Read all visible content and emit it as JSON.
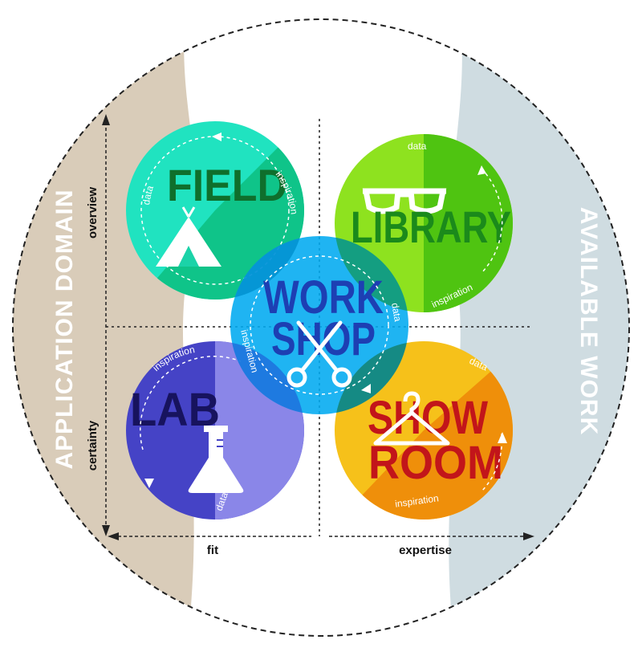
{
  "side_labels": {
    "left": "APPLICATION DOMAIN",
    "right": "AVAILABLE WORK"
  },
  "axes": {
    "top": "overview",
    "bottom_left": "certainty",
    "left_bottom": "fit",
    "right_bottom": "expertise"
  },
  "circles": {
    "field": {
      "title": "FIELD",
      "label_a": "data",
      "label_b": "inspiration",
      "icon": "tent-icon",
      "color_light": "#20e3c0",
      "color_dark": "#0fc489"
    },
    "library": {
      "title": "LIBRARY",
      "label_a": "data",
      "label_b": "inspiration",
      "icon": "glasses-icon",
      "color_light": "#8ee21f",
      "color_dark": "#4fc411"
    },
    "workshop": {
      "title_line1": "WORK",
      "title_line2": "SHOP",
      "label_a": "data",
      "label_b": "inspiration",
      "icon": "scissors-icon",
      "color": "#00aaf0"
    },
    "lab": {
      "title": "LAB",
      "label_a": "inspiration",
      "label_b": "data",
      "icon": "flask-icon",
      "color_light": "#8a86e8",
      "color_dark": "#4543c6"
    },
    "showroom": {
      "title_line1": "SHOW",
      "title_line2": "ROOM",
      "label_a": "data",
      "label_b": "inspiration",
      "icon": "hanger-icon",
      "color_light": "#f6c11a",
      "color_dark": "#ef8f0a"
    }
  },
  "colors": {
    "left_band": "#d9ccb9",
    "right_band": "#cfdce1",
    "outline": "#222222"
  }
}
